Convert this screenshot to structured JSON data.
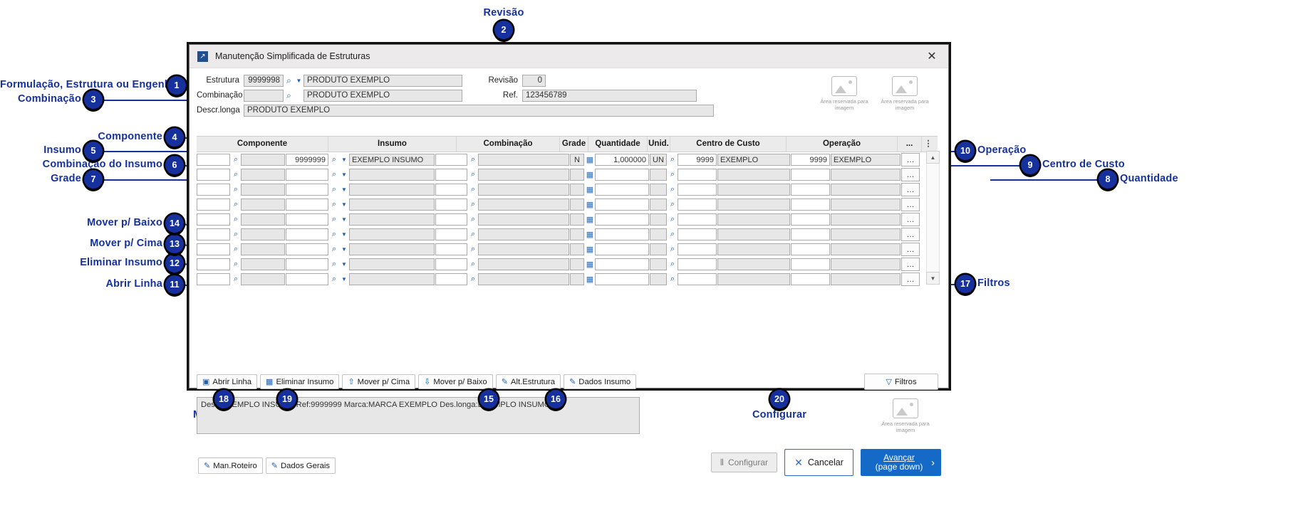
{
  "window": {
    "title": "Manutenção Simplificada de Estruturas",
    "close_icon": "close-icon",
    "app_icon": "arrow-diagonal-icon"
  },
  "header": {
    "estrutura_label": "Estrutura",
    "estrutura_code": "9999998",
    "estrutura_desc": "PRODUTO EXEMPLO",
    "combinacao_label": "Combinação",
    "combinacao_code": "",
    "combinacao_desc": "PRODUTO EXEMPLO",
    "descr_longa_label": "Descr.longa",
    "descr_longa_value": "PRODUTO EXEMPLO",
    "revisao_label": "Revisão",
    "revisao_value": "0",
    "ref_label": "Ref.",
    "ref_value": "123456789",
    "image_caption_1": "Área reservada\npara imagem",
    "image_caption_2": "Área reservada\npara imagem"
  },
  "grid": {
    "columns": [
      "Componente",
      "Insumo",
      "Combinação",
      "Grade",
      "Quantidade",
      "Unid.",
      "Centro de Custo",
      "Operação",
      "..."
    ],
    "menu_icon": "kebab-menu-icon",
    "rows": [
      {
        "comp_code": "",
        "comp_num": "9999999",
        "insumo": "EXEMPLO INSUMO",
        "combinacao": "",
        "grade": "N",
        "qtd": "1,000000",
        "unid": "UN",
        "cc_code": "9999",
        "cc_desc": "EXEMPLO",
        "op_code": "9999",
        "op_desc": "EXEMPLO",
        "dots": "…"
      },
      {
        "comp_code": "",
        "comp_num": "",
        "insumo": "",
        "combinacao": "",
        "grade": "",
        "qtd": "",
        "unid": "",
        "cc_code": "",
        "cc_desc": "",
        "op_code": "",
        "op_desc": "",
        "dots": "…"
      },
      {
        "comp_code": "",
        "comp_num": "",
        "insumo": "",
        "combinacao": "",
        "grade": "",
        "qtd": "",
        "unid": "",
        "cc_code": "",
        "cc_desc": "",
        "op_code": "",
        "op_desc": "",
        "dots": "…"
      },
      {
        "comp_code": "",
        "comp_num": "",
        "insumo": "",
        "combinacao": "",
        "grade": "",
        "qtd": "",
        "unid": "",
        "cc_code": "",
        "cc_desc": "",
        "op_code": "",
        "op_desc": "",
        "dots": "…"
      },
      {
        "comp_code": "",
        "comp_num": "",
        "insumo": "",
        "combinacao": "",
        "grade": "",
        "qtd": "",
        "unid": "",
        "cc_code": "",
        "cc_desc": "",
        "op_code": "",
        "op_desc": "",
        "dots": "…"
      },
      {
        "comp_code": "",
        "comp_num": "",
        "insumo": "",
        "combinacao": "",
        "grade": "",
        "qtd": "",
        "unid": "",
        "cc_code": "",
        "cc_desc": "",
        "op_code": "",
        "op_desc": "",
        "dots": "…"
      },
      {
        "comp_code": "",
        "comp_num": "",
        "insumo": "",
        "combinacao": "",
        "grade": "",
        "qtd": "",
        "unid": "",
        "cc_code": "",
        "cc_desc": "",
        "op_code": "",
        "op_desc": "",
        "dots": "…"
      },
      {
        "comp_code": "",
        "comp_num": "",
        "insumo": "",
        "combinacao": "",
        "grade": "",
        "qtd": "",
        "unid": "",
        "cc_code": "",
        "cc_desc": "",
        "op_code": "",
        "op_desc": "",
        "dots": "…"
      },
      {
        "comp_code": "",
        "comp_num": "",
        "insumo": "",
        "combinacao": "",
        "grade": "",
        "qtd": "",
        "unid": "",
        "cc_code": "",
        "cc_desc": "",
        "op_code": "",
        "op_desc": "",
        "dots": "…"
      }
    ],
    "scroll_up_icon": "chevron-up-icon",
    "scroll_down_icon": "chevron-down-icon"
  },
  "grid_toolbar": [
    {
      "label": "Abrir Linha",
      "icon": "add-row-icon"
    },
    {
      "label": "Eliminar Insumo",
      "icon": "delete-grid-icon"
    },
    {
      "label": "Mover p/ Cima",
      "icon": "arrow-up-icon"
    },
    {
      "label": "Mover p/ Baixo",
      "icon": "arrow-down-icon"
    },
    {
      "label": "Alt.Estrutura",
      "icon": "edit-icon"
    },
    {
      "label": "Dados Insumo",
      "icon": "edit-icon"
    }
  ],
  "filters_button": {
    "label": "Filtros",
    "icon": "funnel-icon"
  },
  "detail": {
    "text": "Desc:EXEMPLO INSUMO Ref:9999999 Marca:MARCA EXEMPLO Des.longa:EXEMPLO INSUMO",
    "image_caption": "Área reservada\npara imagem"
  },
  "footer_toolbar": [
    {
      "label": "Man.Roteiro",
      "icon": "edit-icon"
    },
    {
      "label": "Dados Gerais",
      "icon": "edit-icon"
    }
  ],
  "footer_actions": {
    "configurar": {
      "label": "Configurar",
      "icon": "sliders-icon"
    },
    "cancelar": {
      "label": "Cancelar",
      "icon": "close-x-icon"
    },
    "avancar_line1": "Avançar",
    "avancar_line2": "(page down)",
    "avancar_icon": "chevron-right-icon"
  },
  "annotations": [
    {
      "n": "1",
      "text": "Formulação, Estrutura ou Engenharia"
    },
    {
      "n": "2",
      "text": "Revisão"
    },
    {
      "n": "3",
      "text": "Combinação"
    },
    {
      "n": "4",
      "text": "Componente"
    },
    {
      "n": "5",
      "text": "Insumo"
    },
    {
      "n": "6",
      "text": "Combinação do Insumo"
    },
    {
      "n": "7",
      "text": "Grade"
    },
    {
      "n": "8",
      "text": "Quantidade"
    },
    {
      "n": "9",
      "text": "Centro de Custo"
    },
    {
      "n": "10",
      "text": "Operação"
    },
    {
      "n": "11",
      "text": "Abrir Linha"
    },
    {
      "n": "12",
      "text": "Eliminar Insumo"
    },
    {
      "n": "13",
      "text": "Mover p/ Cima"
    },
    {
      "n": "14",
      "text": "Mover p/ Baixo"
    },
    {
      "n": "15",
      "text": "Alt.Estrutura"
    },
    {
      "n": "16",
      "text": "Dados Insumo"
    },
    {
      "n": "17",
      "text": "Filtros"
    },
    {
      "n": "18",
      "text": "Man.Roteiro"
    },
    {
      "n": "19",
      "text": "Dados Gerais"
    },
    {
      "n": "20",
      "text": "Configurar"
    }
  ],
  "accent": "#16319e"
}
